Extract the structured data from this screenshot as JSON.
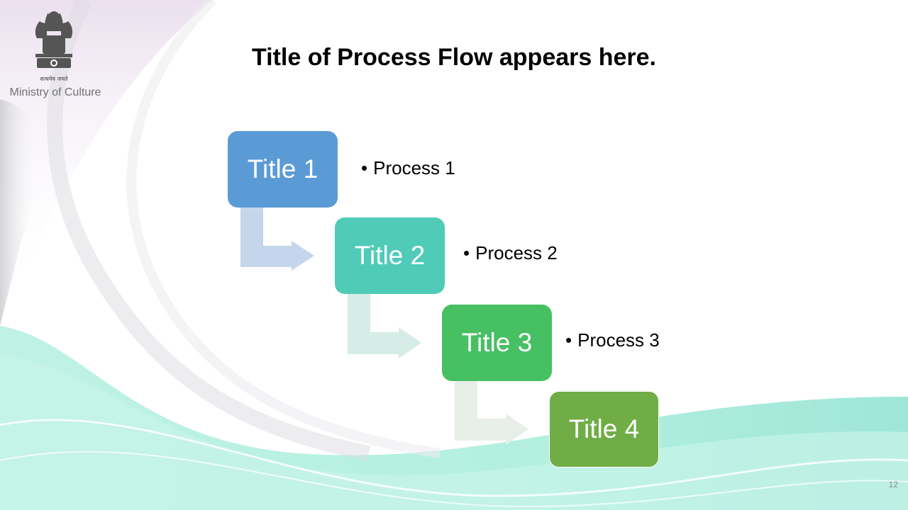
{
  "header": {
    "ministry_label": "Ministry of Culture",
    "emblem_motto": "सत्यमेव जयते"
  },
  "slide": {
    "title": "Title of Process Flow appears here.",
    "page_number": "12"
  },
  "flow": {
    "steps": [
      {
        "title": "Title 1",
        "process": "Process 1",
        "color": "#5b9bd5"
      },
      {
        "title": "Title 2",
        "process": "Process 2",
        "color": "#4fcbb8"
      },
      {
        "title": "Title 3",
        "process": "Process 3",
        "color": "#47bf63"
      },
      {
        "title": "Title 4",
        "color": "#70ad47"
      }
    ],
    "arrow_colors": [
      "#c5d5ec",
      "#d6ece6",
      "#e8efe8"
    ],
    "bullet": "•"
  }
}
